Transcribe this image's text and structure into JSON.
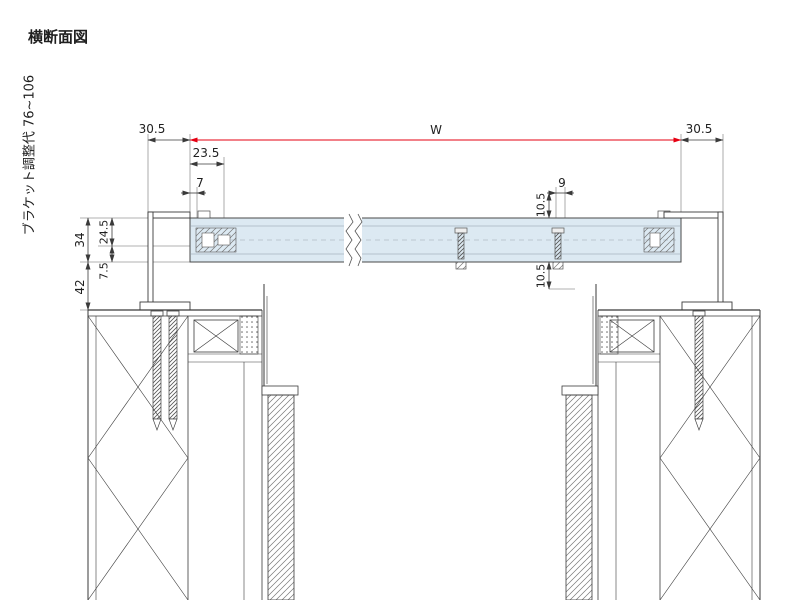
{
  "title": "横断面図",
  "side_note": "ブラケット調整代 76~106",
  "dims": {
    "w": "W",
    "offset_left": "30.5",
    "offset_right": "30.5",
    "inset": "23.5",
    "tab": "7",
    "bolt": "9",
    "gap_top": "10.5",
    "gap_bottom": "10.5",
    "upper": "24.5",
    "lower": "7.5",
    "total_height": "34",
    "drop": "42"
  },
  "colors": {
    "dimension_red": "#e60012",
    "line": "#3a3a3a",
    "rail_fill": "#dce9f2",
    "hatch": "#777777"
  }
}
